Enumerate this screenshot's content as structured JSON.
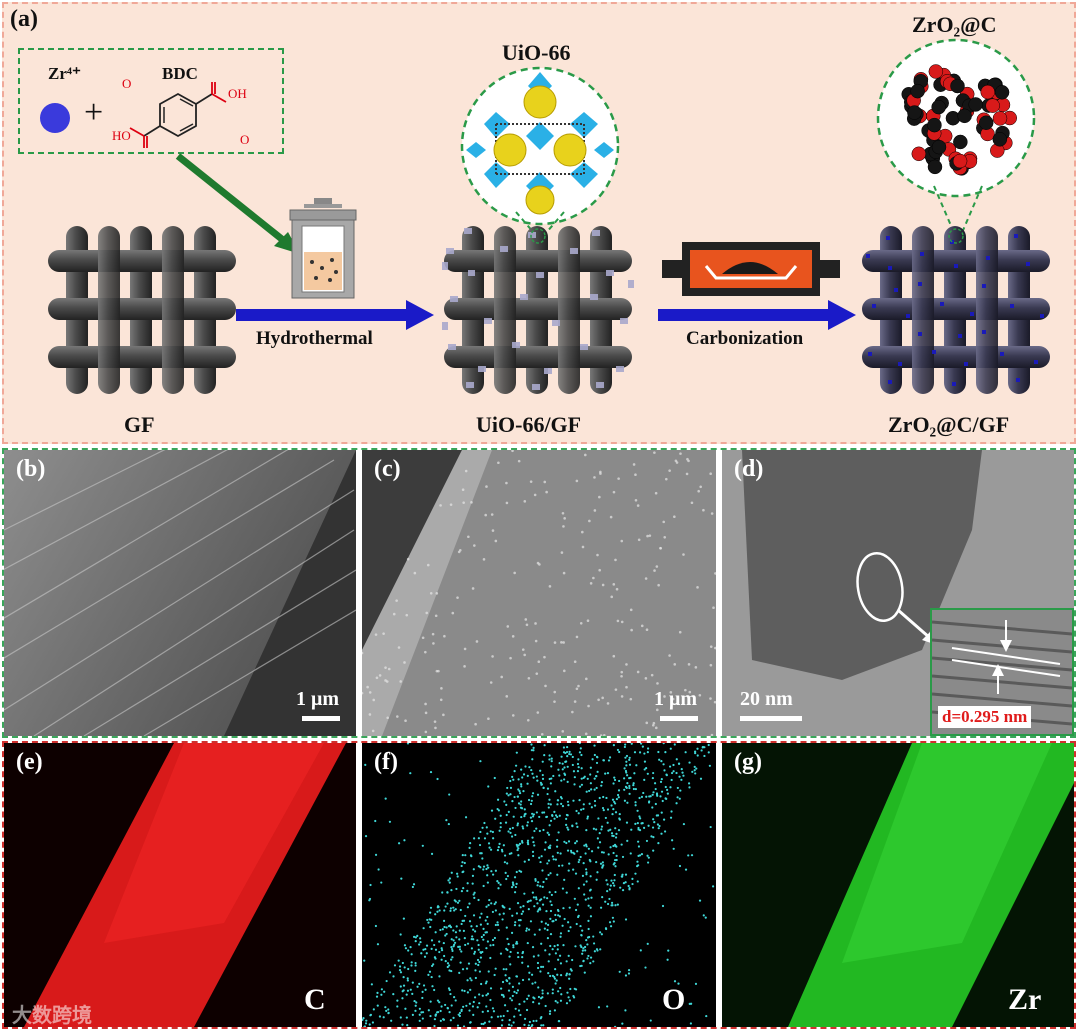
{
  "panel_a": {
    "label": "(a)",
    "precursor": {
      "metal": "Zr⁴⁺",
      "linker": "BDC",
      "plus": "+",
      "oh1": "OH",
      "o1": "O",
      "ho": "HO",
      "o2": "O"
    },
    "stage1": "GF",
    "step1": "Hydrothermal",
    "stage2_top": "UiO-66",
    "stage2": "UiO-66/GF",
    "step2": "Carbonization",
    "stage3_top": "ZrO₂@C",
    "stage3": "ZrO₂@C/GF"
  },
  "sem": {
    "b": {
      "label": "(b)",
      "scale": "1 μm"
    },
    "c": {
      "label": "(c)",
      "scale": "1 μm"
    },
    "d": {
      "label": "(d)",
      "scale": "20 nm",
      "spacing": "d=0.295 nm"
    }
  },
  "eds": {
    "e": {
      "label": "(e)",
      "element": "C"
    },
    "f": {
      "label": "(f)",
      "element": "O"
    },
    "g": {
      "label": "(g)",
      "element": "Zr"
    }
  },
  "watermark": "大数跨境",
  "colors": {
    "panel_bg": "#fbe5d8",
    "arrow_blue": "#1a1ac8",
    "arrow_green": "#1f7a2e",
    "dashed_green": "#3aa65a",
    "dashed_red": "#d0302e",
    "carbon": "#e01b1b",
    "oxygen": "#3fd8d8",
    "zirconium": "#2ed42e",
    "spacing_red": "#e01b1b"
  }
}
